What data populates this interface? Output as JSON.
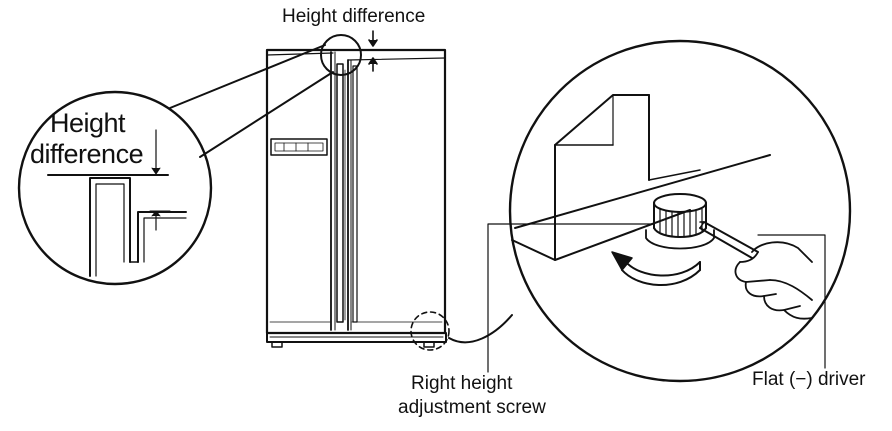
{
  "labels": {
    "top_height_difference": "Height difference",
    "zoom_height_line1": "Height",
    "zoom_height_line2": "difference",
    "screw_line1": "Right height",
    "screw_line2": "adjustment screw",
    "driver": "Flat (−) driver"
  },
  "icons": {
    "refrigerator": "refrigerator-icon",
    "rotation_arrow": "rotate-arrow-icon",
    "hand": "hand-icon",
    "screwdriver": "screwdriver-icon"
  },
  "colors": {
    "line": "#111111",
    "background": "#ffffff"
  }
}
